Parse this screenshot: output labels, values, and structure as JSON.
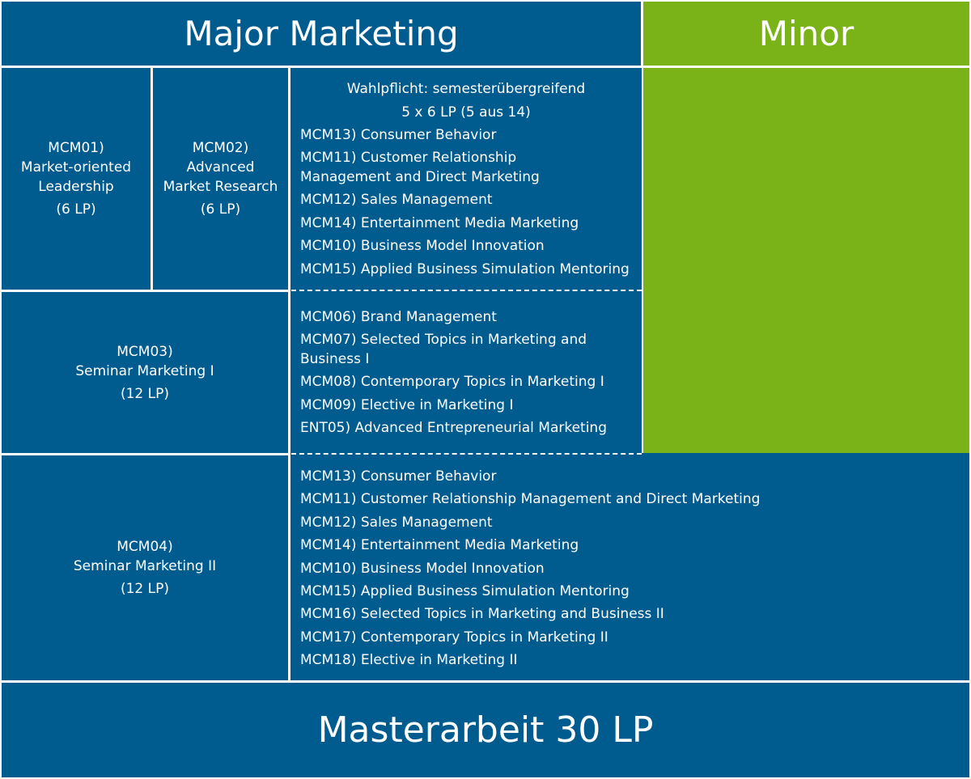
{
  "header": {
    "major": "Major Marketing",
    "minor": "Minor"
  },
  "modules": {
    "mcm01": {
      "code": "MCM01)",
      "title": "Market-oriented Leadership",
      "title_l1": "Market-oriented",
      "title_l2": "Leadership",
      "lp": "(6 LP)"
    },
    "mcm02": {
      "code": "MCM02)",
      "title_l1": "Advanced",
      "title_l2": "Market Research",
      "lp": "(6 LP)"
    },
    "mcm03": {
      "code": "MCM03)",
      "title": "Seminar Marketing I",
      "lp": "(12 LP)"
    },
    "mcm04": {
      "code": "MCM04)",
      "title": "Seminar Marketing II",
      "lp": "(12 LP)"
    }
  },
  "elective_block": {
    "heading_l1": "Wahlpflicht: semesterübergreifend",
    "heading_l2": "5 x 6 LP (5 aus 14)",
    "group1": [
      "MCM13) Consumer Behavior",
      "MCM11) Customer Relationship Management and Direct Marketing",
      "MCM12) Sales Management",
      "MCM14) Entertainment Media Marketing",
      "MCM10) Business Model Innovation",
      "MCM15) Applied Business Simulation Mentoring"
    ],
    "group2": [
      "MCM06) Brand Management",
      "MCM07) Selected Topics in Marketing and Business I",
      "MCM08) Contemporary Topics in Marketing I",
      "MCM09) Elective in Marketing I",
      "ENT05) Advanced Entrepreneurial Marketing"
    ],
    "group3": [
      "MCM13) Consumer Behavior",
      "MCM11) Customer Relationship Management and Direct Marketing",
      "MCM12) Sales Management",
      "MCM14) Entertainment Media Marketing",
      "MCM10) Business Model Innovation",
      "MCM15) Applied Business Simulation Mentoring",
      "MCM16) Selected Topics in Marketing and Business II",
      "MCM17) Contemporary Topics in Marketing II",
      "MCM18) Elective in Marketing II"
    ]
  },
  "footer": {
    "thesis": "Masterarbeit 30 LP"
  },
  "colors": {
    "blue": "#005b8f",
    "green": "#7ab317",
    "text": "#ffffff"
  }
}
